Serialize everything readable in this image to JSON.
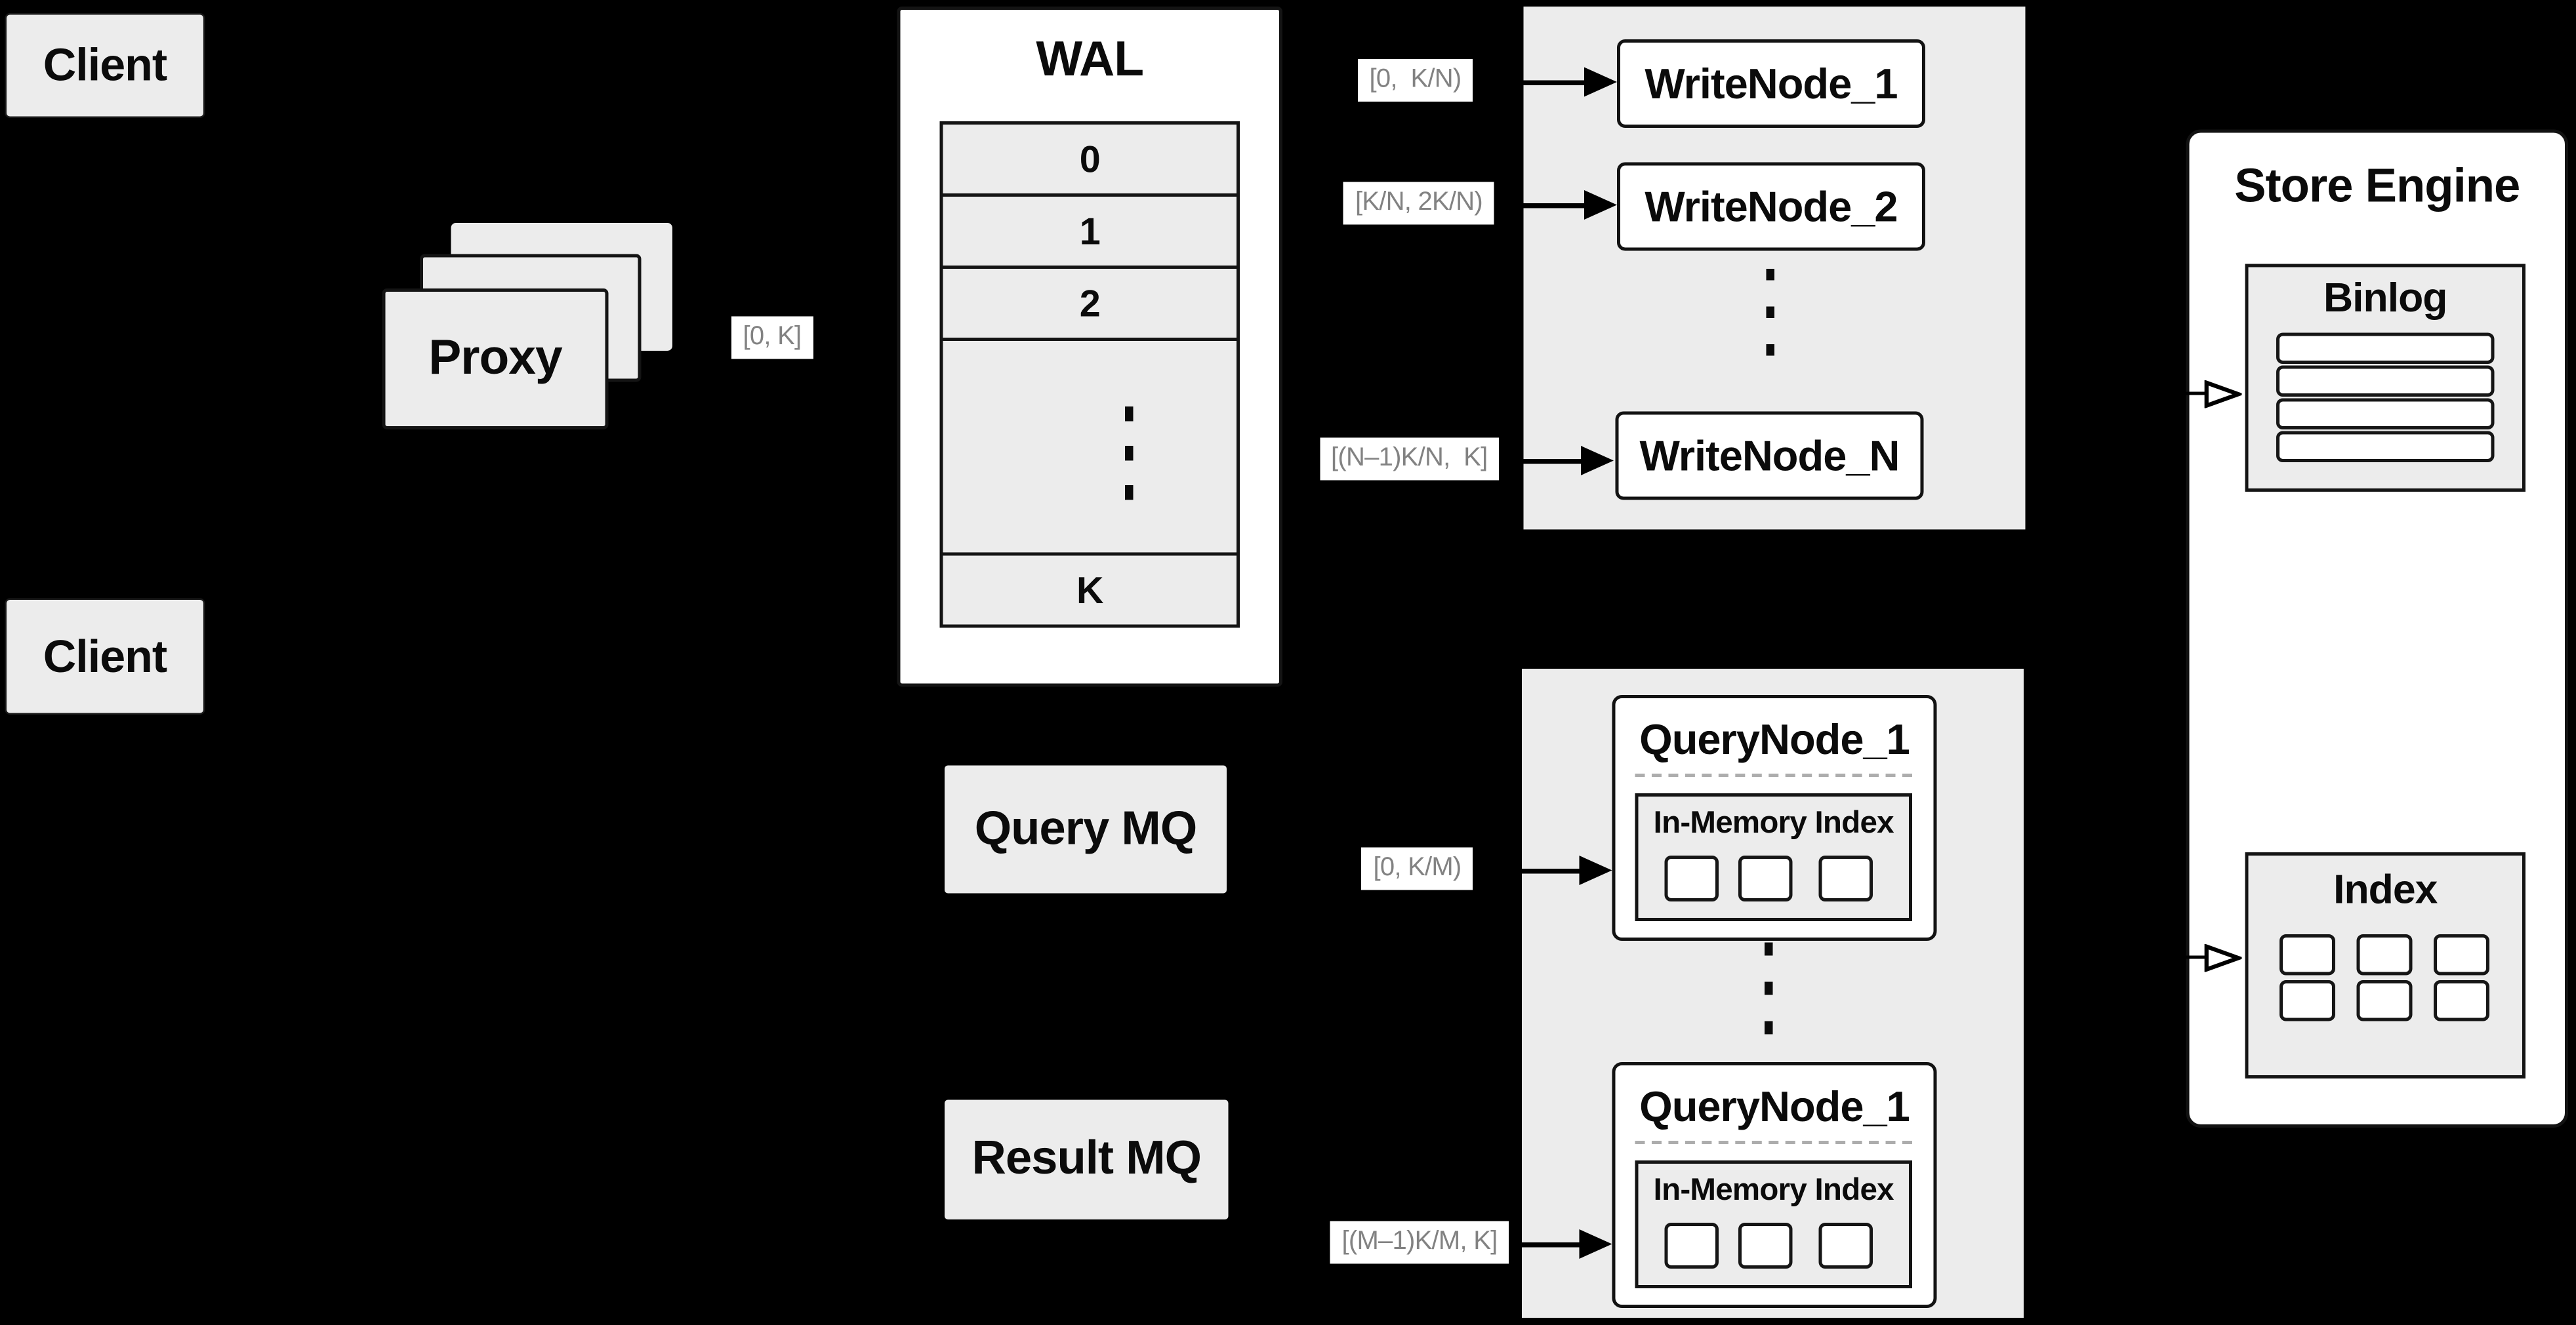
{
  "colors": {
    "background": "#000000",
    "panel_gray": "#ececec",
    "node_white": "#ffffff",
    "line_black": "#141414",
    "range_text_gray": "#828282"
  },
  "clients": {
    "top": "Client",
    "bottom": "Client"
  },
  "proxy": {
    "label": "Proxy"
  },
  "ranges": {
    "proxy_out": "[0, K]",
    "write": [
      "[0,  K/N)",
      "[K/N, 2K/N)",
      "[(N–1)K/N,  K]"
    ],
    "query": [
      "[0, K/M)",
      "[(M–1)K/M, K]"
    ]
  },
  "wal": {
    "title": "WAL",
    "segments": [
      "0",
      "1",
      "2"
    ],
    "last_segment": "K"
  },
  "write_nodes": [
    "WriteNode_1",
    "WriteNode_2",
    "WriteNode_N"
  ],
  "store_engine": {
    "title": "Store Engine",
    "binlog": "Binlog",
    "index": "Index"
  },
  "queues": {
    "query": "Query MQ",
    "result": "Result MQ"
  },
  "query_nodes": [
    {
      "title": "QueryNode_1",
      "memory": "In-Memory Index"
    },
    {
      "title": "QueryNode_1",
      "memory": "In-Memory Index"
    }
  ]
}
